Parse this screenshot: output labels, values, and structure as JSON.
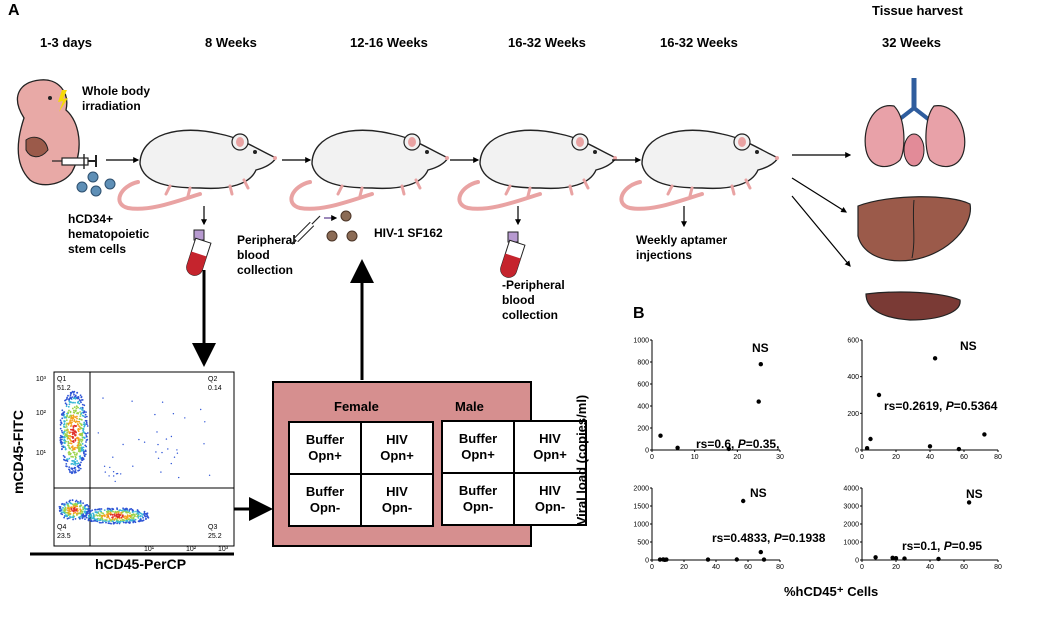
{
  "panel_a_label": "A",
  "panel_b_label": "B",
  "timeline": {
    "t0": "1-3 days",
    "t1": "8 Weeks",
    "t2": "12-16 Weeks",
    "t3": "16-32 Weeks",
    "t4": "16-32 Weeks",
    "t5": "32 Weeks",
    "harvest": "Tissue harvest"
  },
  "annotations": {
    "irradiation_1": "Whole body",
    "irradiation_2": "irradiation",
    "cells_1": "hCD34+",
    "cells_2": "hematopoietic",
    "cells_3": "stem cells",
    "blood1_1": "Peripheral",
    "blood1_2": "blood",
    "blood1_3": "collection",
    "virus": "HIV-1 SF162",
    "blood2_1": "-Peripheral",
    "blood2_2": "blood",
    "blood2_3": "collection",
    "aptamer_1": "Weekly aptamer",
    "aptamer_2": "injections"
  },
  "flow": {
    "ylabel": "mCD45-FITC",
    "xlabel": "hCD45-PerCP",
    "q1": "Q1",
    "q1v": "51.2",
    "q2": "Q2",
    "q2v": "0.14",
    "q3": "Q3",
    "q3v": "25.2",
    "q4": "Q4",
    "q4v": "23.5",
    "yticks": [
      "10³",
      "10²",
      "10¹"
    ],
    "xticks": [
      "10¹",
      "10²",
      "10³"
    ]
  },
  "groups": {
    "female": "Female",
    "male": "Male",
    "buffer_opn_pos_1": "Buffer",
    "buffer_opn_pos_2": "Opn+",
    "hiv_opn_pos_1": "HIV",
    "hiv_opn_pos_2": "Opn+",
    "buffer_opn_neg_1": "Buffer",
    "buffer_opn_neg_2": "Opn-",
    "hiv_opn_neg_1": "HIV",
    "hiv_opn_neg_2": "Opn-"
  },
  "scatter": {
    "ylabel": "Viral load (copies/ml)",
    "xlabel": "%hCD45⁺ Cells"
  },
  "chart_data": [
    {
      "type": "scatter",
      "ylim": [
        0,
        1000
      ],
      "xlim": [
        0,
        30
      ],
      "yticks": [
        "0",
        "200",
        "400",
        "600",
        "800",
        "1000"
      ],
      "xticks": [
        "0",
        "10",
        "20",
        "30"
      ],
      "points": [
        [
          2,
          130
        ],
        [
          6,
          20
        ],
        [
          18,
          10
        ],
        [
          25,
          440
        ],
        [
          25.5,
          780
        ]
      ],
      "sig": "NS",
      "stat_main": "rs=0.6, ",
      "stat_p": "P",
      "stat_tail": "=0.35,"
    },
    {
      "type": "scatter",
      "ylim": [
        0,
        600
      ],
      "xlim": [
        0,
        80
      ],
      "yticks": [
        "0",
        "200",
        "400",
        "600"
      ],
      "xticks": [
        "0",
        "20",
        "40",
        "60",
        "80"
      ],
      "points": [
        [
          3,
          10
        ],
        [
          5,
          60
        ],
        [
          10,
          300
        ],
        [
          40,
          20
        ],
        [
          43,
          500
        ],
        [
          57,
          5
        ],
        [
          72,
          85
        ]
      ],
      "sig": "NS",
      "stat_main": "rs=0.2619, ",
      "stat_p": "P",
      "stat_tail": "=0.5364"
    },
    {
      "type": "scatter",
      "ylim": [
        0,
        2000
      ],
      "xlim": [
        0,
        80
      ],
      "yticks": [
        "0",
        "500",
        "1000",
        "1500",
        "2000"
      ],
      "xticks": [
        "0",
        "20",
        "40",
        "60",
        "80"
      ],
      "points": [
        [
          5,
          10
        ],
        [
          7,
          15
        ],
        [
          8,
          5
        ],
        [
          9,
          10
        ],
        [
          35,
          10
        ],
        [
          53,
          15
        ],
        [
          57,
          1640
        ],
        [
          68,
          220
        ],
        [
          70,
          10
        ]
      ],
      "sig": "NS",
      "stat_main": "rs=0.4833, ",
      "stat_p": "P",
      "stat_tail": "=0.1938"
    },
    {
      "type": "scatter",
      "ylim": [
        0,
        4000
      ],
      "xlim": [
        0,
        80
      ],
      "yticks": [
        "0",
        "1000",
        "2000",
        "3000",
        "4000"
      ],
      "xticks": [
        "0",
        "20",
        "40",
        "60",
        "80"
      ],
      "points": [
        [
          8,
          150
        ],
        [
          18,
          120
        ],
        [
          20,
          100
        ],
        [
          25,
          80
        ],
        [
          45,
          60
        ],
        [
          63,
          3200
        ]
      ],
      "sig": "NS",
      "stat_main": "rs=0.1, ",
      "stat_p": "P",
      "stat_tail": "=0.95"
    }
  ],
  "colors": {
    "skin": "#e8a9a6",
    "mouse": "#f2f2f2",
    "tail": "#e9a3a3",
    "liver": "#9b5a4a",
    "spleen": "#7a3a35",
    "lung": "#e8a1a8",
    "box_fill": "#d68f8f",
    "cell": "#5e8fb6",
    "virus": "#8b6b55"
  }
}
